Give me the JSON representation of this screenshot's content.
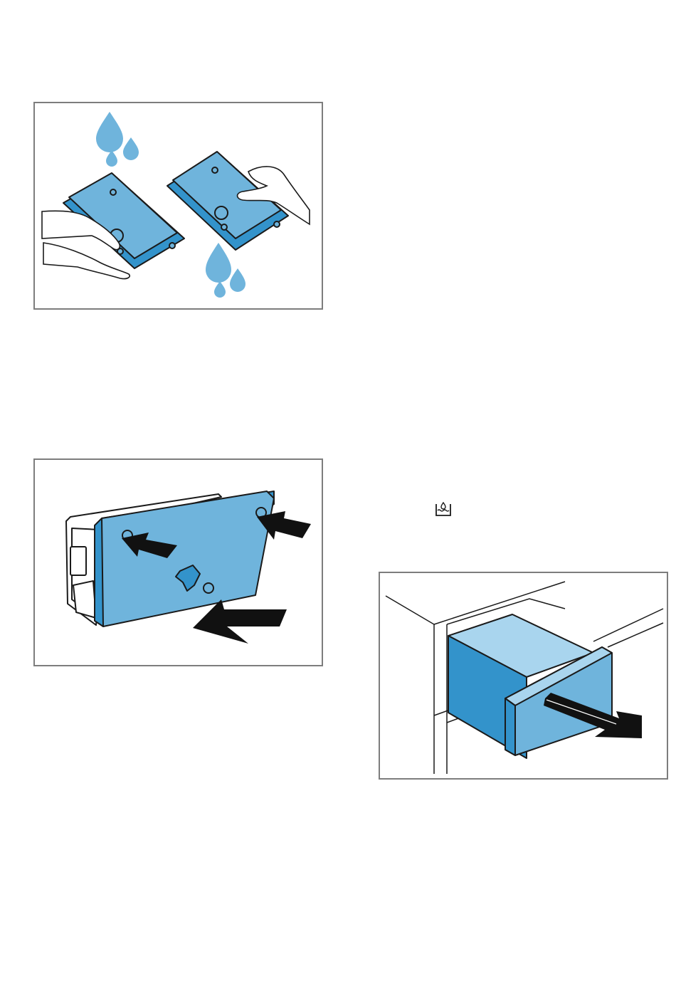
{
  "figures": [
    {
      "id": "rinse-filter-under-water",
      "icon": "water-drop-icon"
    },
    {
      "id": "insert-filter-into-holder",
      "icon": "push-arrow-icon"
    },
    {
      "id": "pull-out-drawer",
      "icon": "pull-arrow-icon"
    }
  ],
  "inline_icon": {
    "name": "water-tank-icon"
  },
  "colors": {
    "blue_mid": "#6fb4dc",
    "blue_dark": "#3393cb",
    "blue_light": "#a9d5ee",
    "outline": "#1a1a1a",
    "frame": "#7d7d7d",
    "arrow": "#111111"
  }
}
